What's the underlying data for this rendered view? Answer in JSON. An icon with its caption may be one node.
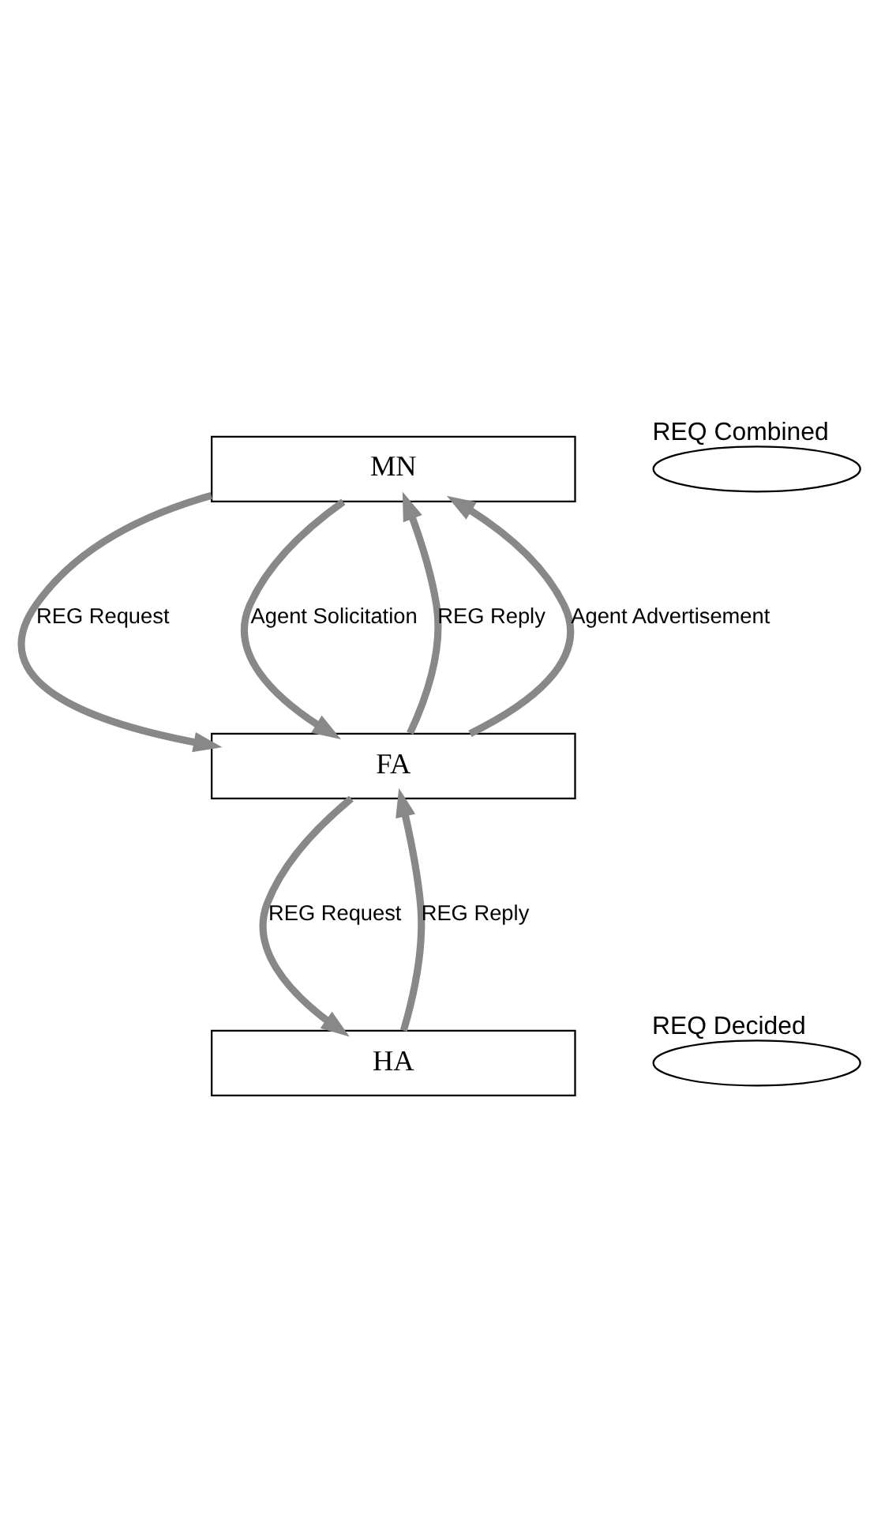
{
  "diagram": {
    "nodes": [
      {
        "text": [
          "MN"
        ]
      },
      {
        "text": [],
        "shape": "ellipse",
        "beside": [
          "REQ Combined"
        ]
      },
      {
        "text": [
          "FA"
        ]
      },
      {
        "text": [],
        "shape": "ellipse",
        "beside": [
          "REQ Decided"
        ]
      },
      {
        "text": [
          "HA"
        ]
      }
    ],
    "edges": [
      {
        "from": 2,
        "to": 0,
        "arrow": "to",
        "label": "REG Reply"
      },
      {
        "from": 0,
        "to": 2,
        "arrow": "to",
        "label": "REG Request"
      },
      {
        "from": 2,
        "to": 0,
        "arrow": "to",
        "label": "Agent Advertisement"
      },
      {
        "from": 0,
        "to": 2,
        "arrow": "to",
        "label": "Agent Solicitation"
      },
      {
        "from": 4,
        "to": 2,
        "arrow": "to",
        "label": "REG Reply"
      },
      {
        "from": 2,
        "to": 4,
        "arrow": "to",
        "label": "REG Request"
      }
    ]
  }
}
